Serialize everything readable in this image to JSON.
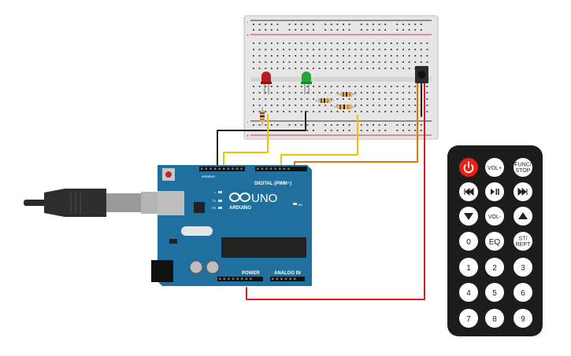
{
  "arduino": {
    "logo_text": "UNO",
    "brand_text": "ARDUINO",
    "digital_label": "DIGITAL (PWM~)",
    "analog_label": "ANALOG IN",
    "power_label": "POWER",
    "on_label": "ON",
    "l_label": "L",
    "tx_label": "TX",
    "rx_label": "RX",
    "aref_label": "AREF",
    "gnd_label": "GND",
    "board_color": "#1f6f9f"
  },
  "breadboard": {
    "plus_label": "+",
    "minus_label": "-"
  },
  "leds": [
    {
      "color_name": "red",
      "color": "#b21f1f"
    },
    {
      "color_name": "green",
      "color": "#22a83a"
    }
  ],
  "remote": {
    "buttons": [
      {
        "label": "",
        "icon": "power-icon",
        "kind": "power"
      },
      {
        "label": "VOL+"
      },
      {
        "label": "FUNC/\nSTOP",
        "lines": [
          "FUNC/",
          "STOP"
        ]
      },
      {
        "label": "",
        "icon": "rewind-icon"
      },
      {
        "label": "",
        "icon": "play-pause-icon"
      },
      {
        "label": "",
        "icon": "fast-forward-icon"
      },
      {
        "label": "",
        "icon": "down-icon"
      },
      {
        "label": "VOL-"
      },
      {
        "label": "",
        "icon": "up-icon"
      },
      {
        "label": "0"
      },
      {
        "label": "EQ"
      },
      {
        "label": "ST/\nREPT",
        "lines": [
          "ST/",
          "REPT"
        ]
      },
      {
        "label": "1"
      },
      {
        "label": "2"
      },
      {
        "label": "3"
      },
      {
        "label": "4"
      },
      {
        "label": "5"
      },
      {
        "label": "6"
      },
      {
        "label": "7"
      },
      {
        "label": "8"
      },
      {
        "label": "9"
      }
    ]
  },
  "colors": {
    "wire_yellow": "#f2c200",
    "wire_orange": "#e07b00",
    "wire_red": "#d62020",
    "wire_black": "#222222",
    "remote_body": "#1c1c1c",
    "remote_button": "#ffffff",
    "power_button": "#e62117"
  }
}
